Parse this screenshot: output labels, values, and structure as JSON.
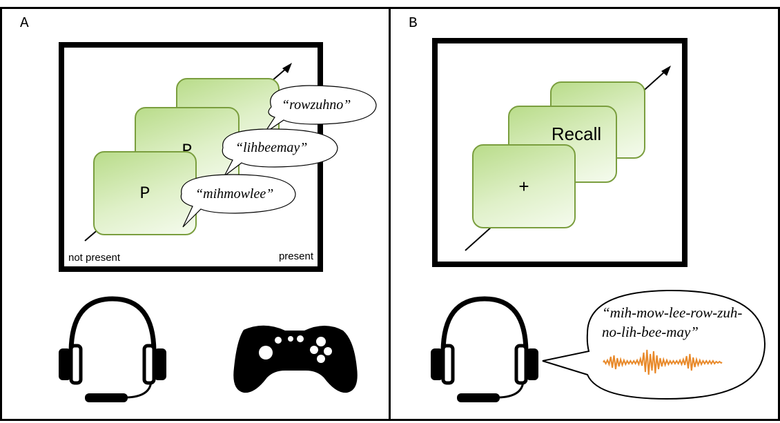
{
  "panel_a": {
    "letter": "A",
    "cards": [
      "P",
      "P"
    ],
    "bubbles": [
      "“rowzuhno”",
      "“lihbeemay”",
      "“mihmowlee”"
    ],
    "axis_left": "not present",
    "axis_right": "present",
    "icons": [
      "headphones-icon",
      "gamepad-icon"
    ]
  },
  "panel_b": {
    "letter": "B",
    "cards": [
      "+",
      "Recall"
    ],
    "speech_line1": "“mih-mow-lee-row-zuh-",
    "speech_line2": "no-lih-bee-may”",
    "icons": [
      "headphones-icon",
      "waveform-icon"
    ]
  },
  "colors": {
    "card_fill": "#c5e39a",
    "card_border": "#7a9e3e",
    "waveform": "#e8892a",
    "frame": "#000000"
  }
}
